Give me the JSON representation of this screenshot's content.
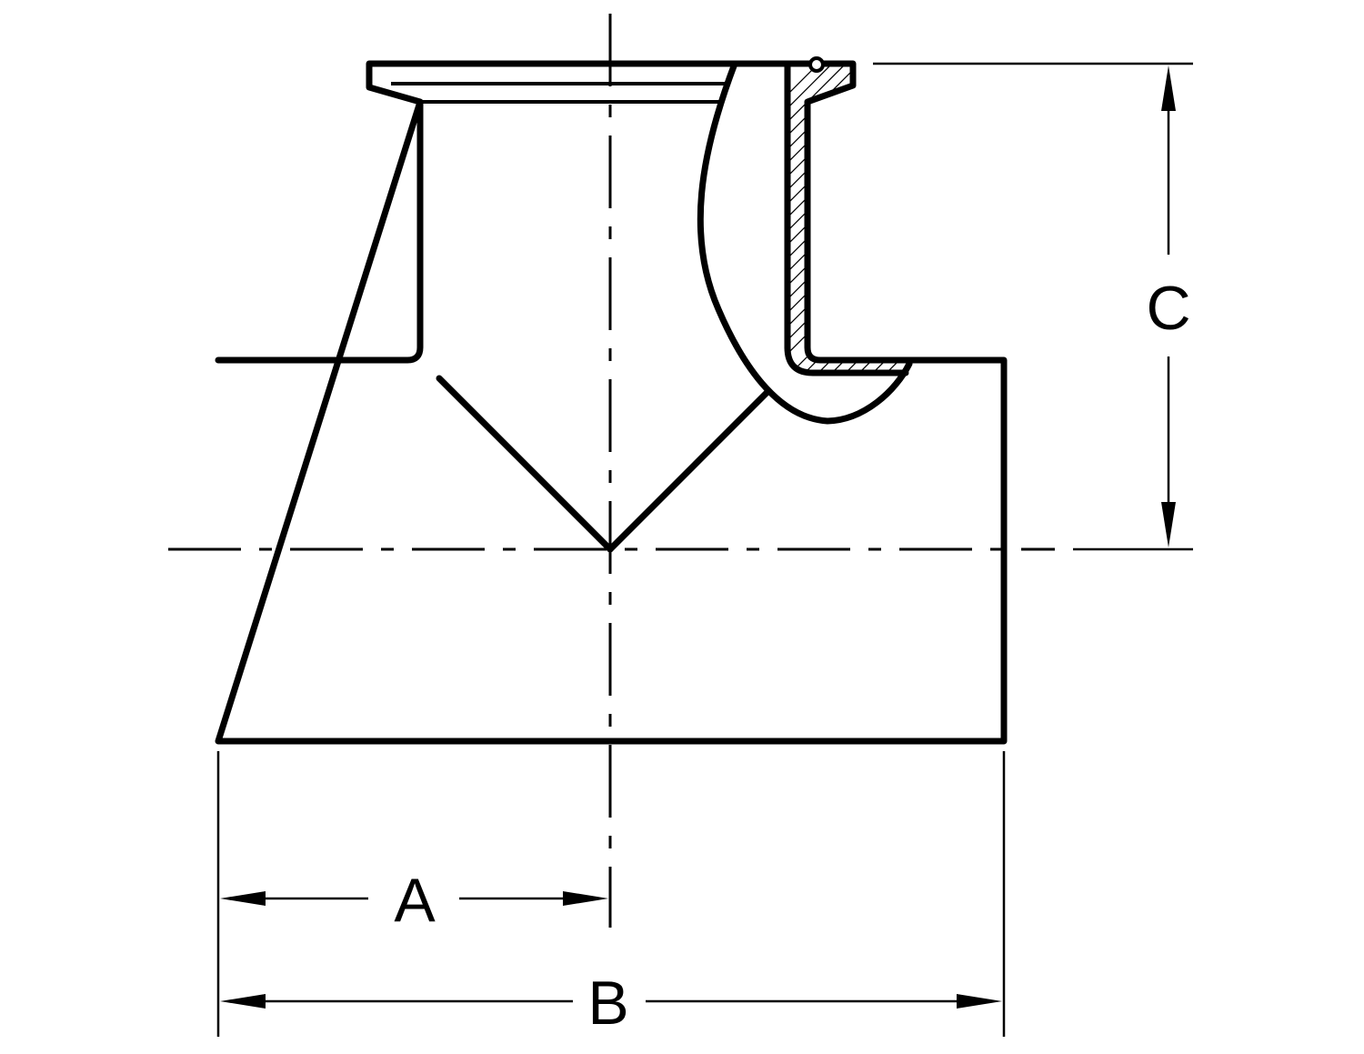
{
  "dimensions": {
    "a_label": "A",
    "b_label": "B",
    "c_label": "C"
  },
  "colors": {
    "line": "#000000",
    "background": "#ffffff"
  }
}
